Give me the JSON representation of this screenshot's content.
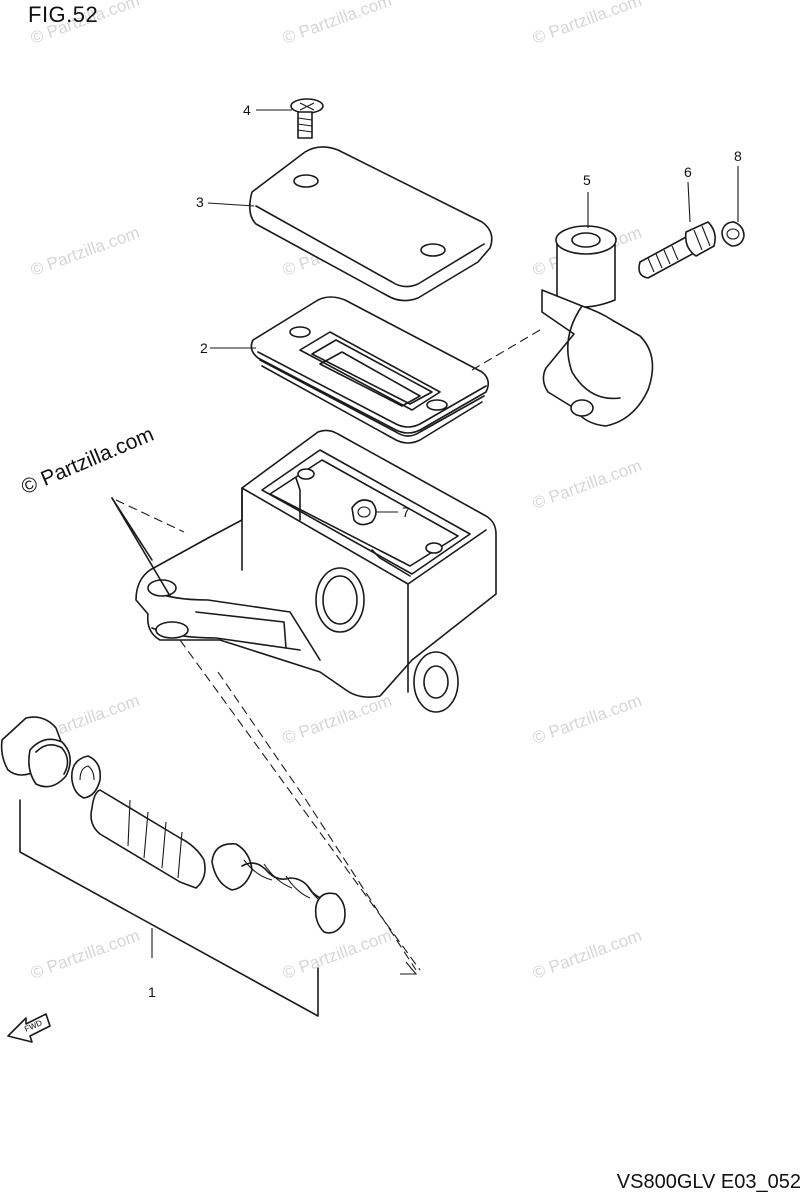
{
  "figure": {
    "title": "FIG.52",
    "code": "VS800GLV E03_052"
  },
  "watermark": {
    "prominent": "© Partzilla.com",
    "faint": "© Partzilla.com"
  },
  "callouts": [
    {
      "number": "1",
      "part": "cylinder-kit"
    },
    {
      "number": "2",
      "part": "reservoir-diaphragm"
    },
    {
      "number": "3",
      "part": "reservoir-cap"
    },
    {
      "number": "4",
      "part": "cap-screw"
    },
    {
      "number": "5",
      "part": "clamp-holder"
    },
    {
      "number": "6",
      "part": "clamp-bolt"
    },
    {
      "number": "7",
      "part": "protector-plug"
    },
    {
      "number": "8",
      "part": "washer-nut"
    }
  ],
  "fwd_indicator": {
    "icon": "fwd-arrow-icon",
    "label": "FWD"
  }
}
